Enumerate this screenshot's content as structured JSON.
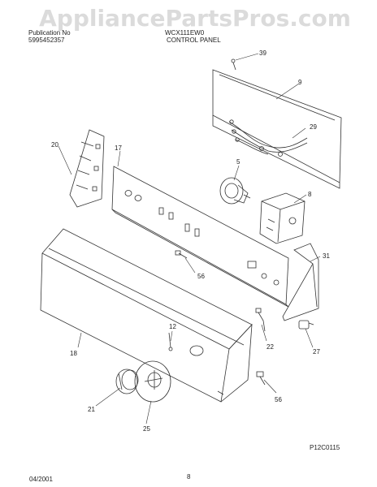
{
  "header": {
    "publication_label": "Publication No",
    "publication_number": "5995452357",
    "model_number": "WCX111EW0",
    "section_title": "CONTROL PANEL"
  },
  "watermark": "AppliancePartsPros.com",
  "callouts": {
    "c39": "39",
    "c9": "9",
    "c29": "29",
    "c20": "20",
    "c17": "17",
    "c5": "5",
    "c8": "8",
    "c31": "31",
    "c56a": "56",
    "c22": "22",
    "c27": "27",
    "c12": "12",
    "c18": "18",
    "c21": "21",
    "c25": "25",
    "c56b": "56"
  },
  "diagram_code": "P12C0115",
  "footer": {
    "date": "04/2001",
    "page_number": "8"
  }
}
